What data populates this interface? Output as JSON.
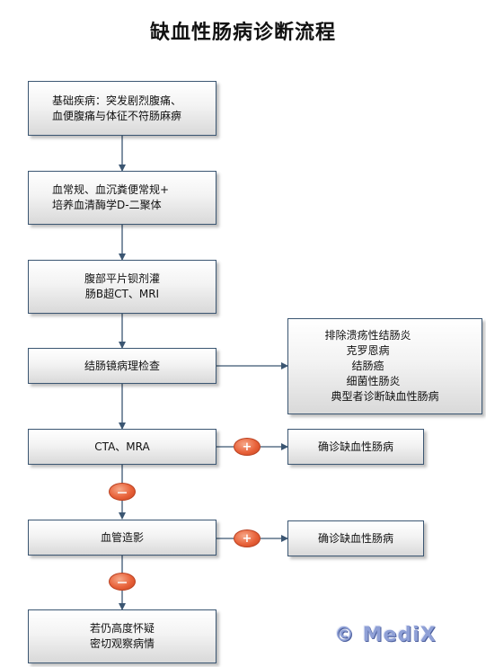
{
  "title": "缺血性肠病诊断流程",
  "steps": {
    "basic_disease": [
      "基础疾病：突发剧烈腹痛、",
      "血便腹痛与体征不符肠麻痹"
    ],
    "lab_tests": [
      "血常规、血沉粪便常规+",
      "培养血清酶学D-二聚体"
    ],
    "imaging": [
      "腹部平片钡剂灌",
      "肠B超CT、MRI"
    ],
    "colonoscopy": [
      "结肠镜病理检查"
    ],
    "exclude": [
      "排除溃疡性结肠炎",
      "克罗恩病",
      "结肠癌",
      "细菌性肠炎",
      "典型者诊断缺血性肠病"
    ],
    "cta_mra": [
      "CTA、MRA"
    ],
    "confirm_1": [
      "确诊缺血性肠病"
    ],
    "angiography": [
      "血管造影"
    ],
    "confirm_2": [
      "确诊缺血性肠病"
    ],
    "observe": [
      "若仍高度怀疑",
      "密切观察病情"
    ]
  },
  "badges": {
    "positive_1": "+",
    "negative_1": "－",
    "positive_2": "+",
    "negative_2": "－"
  },
  "watermark": "© MediX",
  "colors": {
    "border": "#3b5672",
    "arrow": "#3b5672",
    "badge": "#e8623a",
    "watermark": "#8fa0d6"
  }
}
